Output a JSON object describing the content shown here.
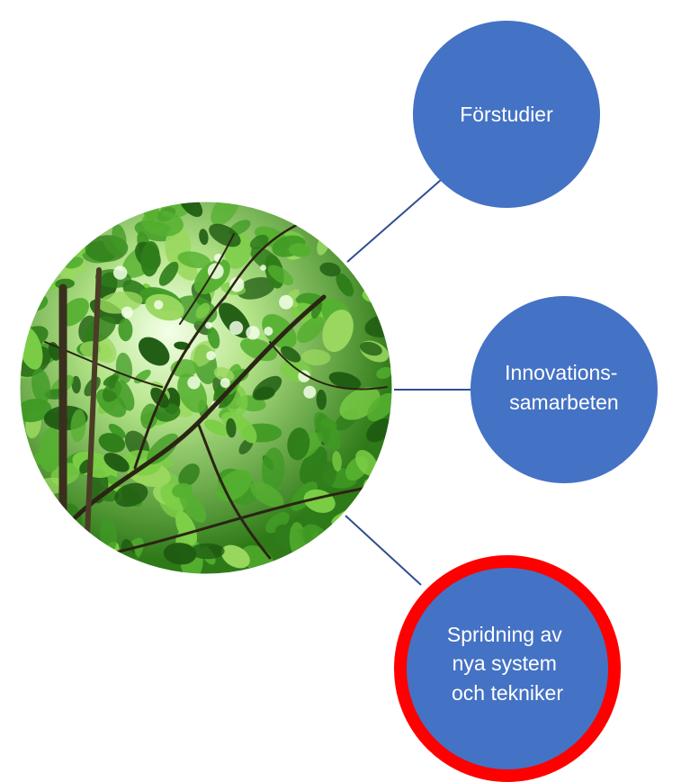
{
  "diagram": {
    "center": {
      "image": "forest-canopy-photo",
      "description_icon": "leaves-photo"
    },
    "nodes": [
      {
        "id": "forstudier",
        "lines": [
          "Förstudier"
        ],
        "highlighted": false
      },
      {
        "id": "innovation",
        "lines": [
          "Innovations-",
          "samarbeten"
        ],
        "highlighted": false
      },
      {
        "id": "spridning",
        "lines": [
          "Spridning av",
          "nya system",
          "och tekniker"
        ],
        "highlighted": true
      }
    ]
  },
  "colors": {
    "node_fill": "#4472C4",
    "node_text": "#FFFFFF",
    "connector": "#2F4F8F",
    "highlight_ring": "#FF0000",
    "leaf_dark": "#1f5c12",
    "leaf_mid": "#3f9a24",
    "leaf_light": "#7ccf46",
    "sky": "#f2ffe8"
  }
}
